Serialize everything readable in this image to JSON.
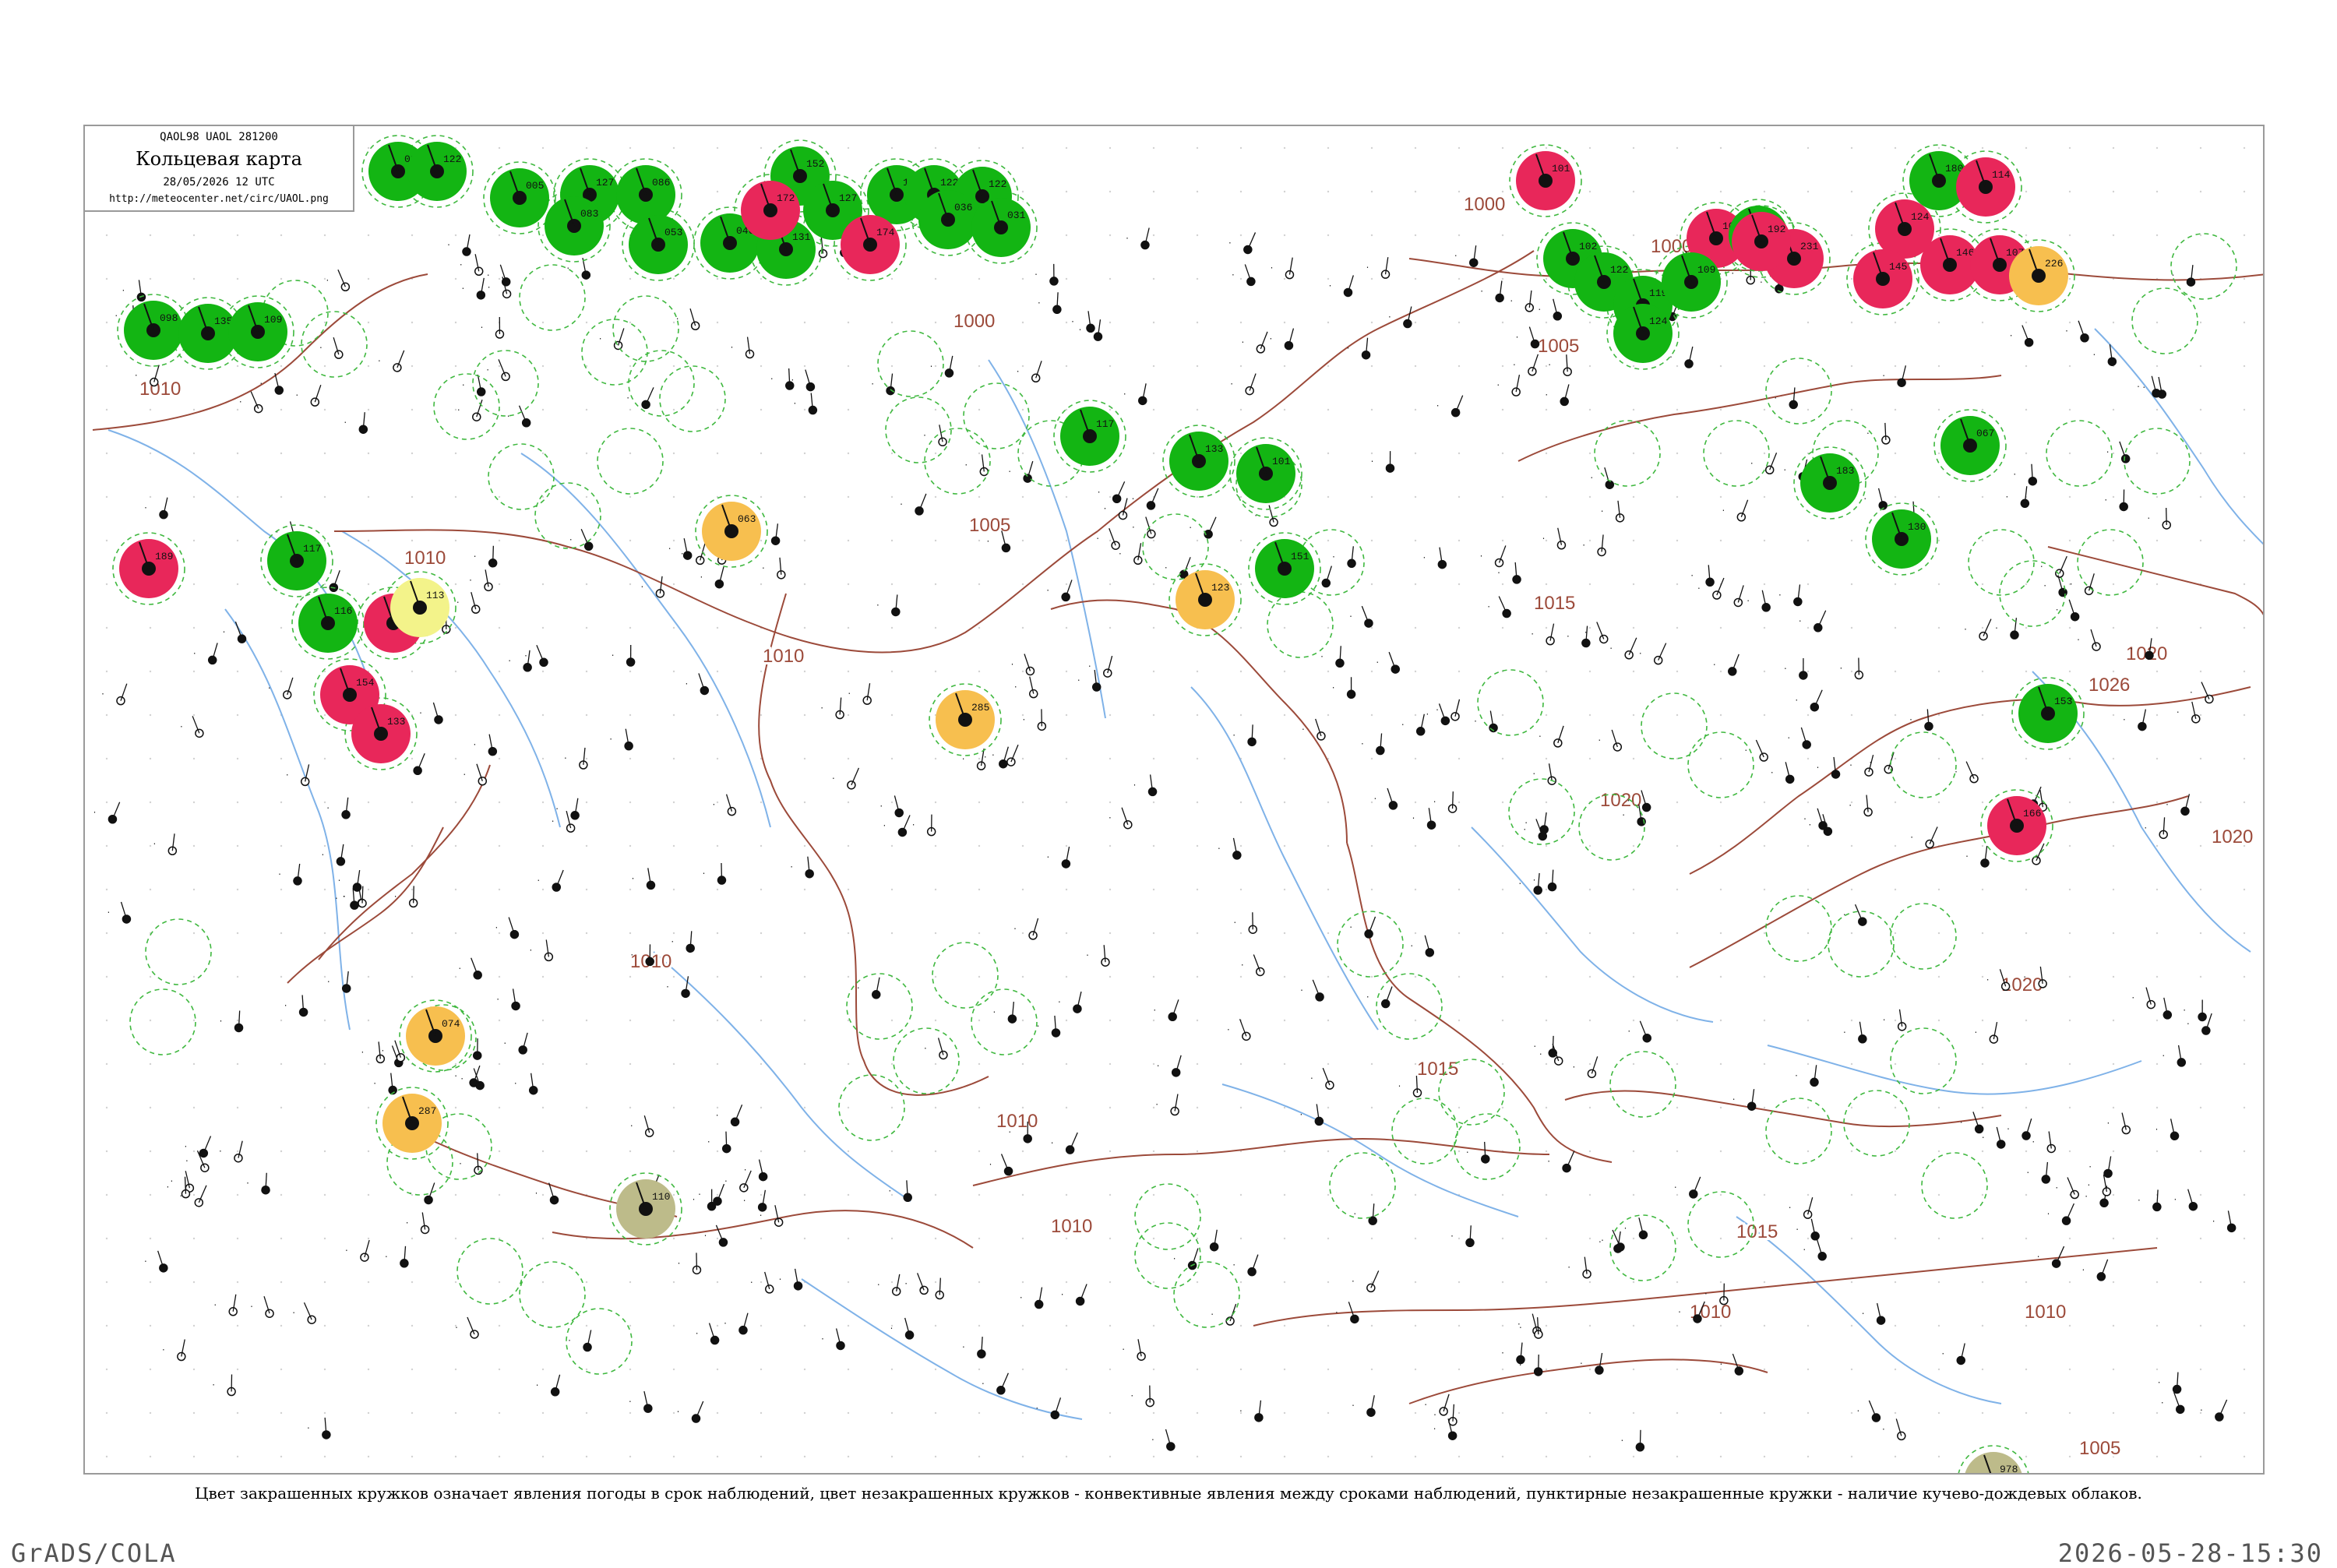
{
  "header": {
    "code_line": "QAOL98  UAOL  281200",
    "title": "Кольцевая карта",
    "date_line": "28/05/2026 12 UTC",
    "url": "http://meteocenter.net/circ/UAOL.png"
  },
  "caption": "Цвет закрашенных кружков означает явления погоды в срок наблюдений, цвет незакрашенных кружков - конвективные явления между сроками наблюдений, пунктирные незакрашенные кружки - наличие кучево-дождевых облаков.",
  "footer": {
    "left": "GrADS/COLA",
    "right": "2026-05-28-15:30"
  },
  "colors": {
    "green": "#13b513",
    "red": "#e8275a",
    "orange": "#f7bf4f",
    "olive": "#bdbb8a",
    "yellow": "#f3f38a",
    "isobar": "#9c4a3a",
    "river": "#7fb2e8",
    "cb_ring": "#3fb83f"
  },
  "isobar_labels": [
    {
      "text": "1000"
    },
    {
      "text": "1000"
    },
    {
      "text": "1000"
    },
    {
      "text": "1005"
    },
    {
      "text": "1005"
    },
    {
      "text": "1005"
    },
    {
      "text": "1005"
    },
    {
      "text": "1010"
    },
    {
      "text": "1010"
    },
    {
      "text": "1010"
    },
    {
      "text": "1010"
    },
    {
      "text": "1010"
    },
    {
      "text": "1010"
    },
    {
      "text": "1010"
    },
    {
      "text": "1010"
    },
    {
      "text": "1015"
    },
    {
      "text": "1015"
    },
    {
      "text": "1015"
    },
    {
      "text": "1020"
    },
    {
      "text": "1020"
    },
    {
      "text": "1020"
    },
    {
      "text": "1020"
    },
    {
      "text": "1026"
    }
  ],
  "stations_filled": [
    {
      "type": "green",
      "code": "029"
    },
    {
      "type": "green",
      "code": "122"
    },
    {
      "type": "green",
      "code": "005"
    },
    {
      "type": "green",
      "code": "127"
    },
    {
      "type": "green",
      "code": "083"
    },
    {
      "type": "green",
      "code": "086"
    },
    {
      "type": "green",
      "code": "053"
    },
    {
      "type": "green",
      "code": "046"
    },
    {
      "type": "green",
      "code": "131"
    },
    {
      "type": "green",
      "code": "152"
    },
    {
      "type": "green",
      "code": "127"
    },
    {
      "type": "green",
      "code": "112"
    },
    {
      "type": "red",
      "code": "172"
    },
    {
      "type": "red",
      "code": "174"
    },
    {
      "type": "green",
      "code": "122"
    },
    {
      "type": "green",
      "code": "122"
    },
    {
      "type": "green",
      "code": "036"
    },
    {
      "type": "green",
      "code": "031"
    },
    {
      "type": "green",
      "code": "117"
    },
    {
      "type": "green",
      "code": "133"
    },
    {
      "type": "red",
      "code": "101"
    },
    {
      "type": "red",
      "code": "107"
    },
    {
      "type": "red",
      "code": "231"
    },
    {
      "type": "green",
      "code": "102"
    },
    {
      "type": "green",
      "code": "122"
    },
    {
      "type": "green",
      "code": "119"
    },
    {
      "type": "green",
      "code": "124"
    },
    {
      "type": "green",
      "code": "109"
    },
    {
      "type": "green",
      "code": "119"
    },
    {
      "type": "green",
      "code": "180"
    },
    {
      "type": "green",
      "code": "130"
    },
    {
      "type": "green",
      "code": "067"
    },
    {
      "type": "red",
      "code": "192"
    },
    {
      "type": "red",
      "code": "124"
    },
    {
      "type": "red",
      "code": "146"
    },
    {
      "type": "red",
      "code": "107"
    },
    {
      "type": "red",
      "code": "145"
    },
    {
      "type": "red",
      "code": "114"
    },
    {
      "type": "red",
      "code": "189"
    },
    {
      "type": "red",
      "code": "073"
    },
    {
      "type": "red",
      "code": "154"
    },
    {
      "type": "red",
      "code": "133"
    },
    {
      "type": "yellow",
      "code": "113"
    },
    {
      "type": "orange",
      "code": "063"
    },
    {
      "type": "orange",
      "code": "285"
    },
    {
      "type": "orange",
      "code": "123"
    },
    {
      "type": "orange",
      "code": "226"
    },
    {
      "type": "orange",
      "code": "074"
    },
    {
      "type": "orange",
      "code": "287"
    },
    {
      "type": "olive",
      "code": "110"
    },
    {
      "type": "olive",
      "code": "978"
    },
    {
      "type": "green",
      "code": "098"
    },
    {
      "type": "green",
      "code": "135"
    },
    {
      "type": "green",
      "code": "109"
    },
    {
      "type": "green",
      "code": "117"
    },
    {
      "type": "green",
      "code": "116"
    },
    {
      "type": "green",
      "code": "101"
    },
    {
      "type": "green",
      "code": "151"
    },
    {
      "type": "green",
      "code": "183"
    },
    {
      "type": "green",
      "code": "153"
    },
    {
      "type": "red",
      "code": "166"
    }
  ]
}
